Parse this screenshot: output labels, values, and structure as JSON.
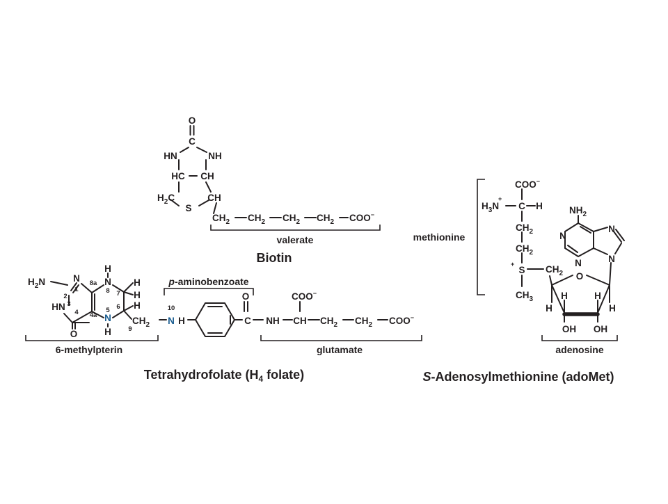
{
  "biotin": {
    "name": "Biotin",
    "segment_label": "valerate",
    "atoms": {
      "o_top": "O",
      "c_urea": "C",
      "nh_left": "HN",
      "nh_right": "NH",
      "hc_left": "HC",
      "ch_right": "CH",
      "h2c": "H2C",
      "ch_lower": "CH",
      "s": "S"
    },
    "chain": {
      "ch2_1": "CH2",
      "ch2_2": "CH2",
      "ch2_3": "CH2",
      "ch2_4": "CH2",
      "coo": "COO−"
    }
  },
  "folate": {
    "name": "Tetrahydrofolate (H4 folate)",
    "name_main": "Tetrahydrofolate (H",
    "name_sub": "4",
    "name_tail": " folate)",
    "segments": {
      "pterin": "6-methylpterin",
      "pab_italic": "p",
      "pab": "-aminobenzoate",
      "glutamate": "glutamate"
    },
    "atoms": {
      "h2n": "H2N",
      "n1": "N",
      "hn3": "HN",
      "o4": "O",
      "n8": "N",
      "h_n8": "H",
      "h7a": "H",
      "h7b": "H",
      "h6": "H",
      "n5": "N",
      "h_n5": "H",
      "ch2_9": "CH2",
      "n10": "N",
      "h_n10": "H",
      "c_carbonyl": "C",
      "o_carbonyl": "O",
      "nh_amide": "NH",
      "ch_alpha": "CH",
      "coo_alpha": "COO−",
      "ch2_a": "CH2",
      "ch2_b": "CH2",
      "coo_end": "COO−"
    },
    "numbers": {
      "n1": "1",
      "n2": "2",
      "n3": "3",
      "n4": "4",
      "n4a": "4a",
      "n5": "5",
      "n6": "6",
      "n7": "7",
      "n8": "8",
      "n8a": "8a",
      "n9": "9",
      "n10": "10"
    },
    "highlight_color": "#1b5e91"
  },
  "adomet": {
    "name_italic": "S",
    "name": "-Adenosylmethionine (adoMet)",
    "segments": {
      "methionine": "methionine",
      "adenosine": "adenosine"
    },
    "atoms": {
      "coo": "COO−",
      "h3n": "H3N",
      "plus_n": "+",
      "c_alpha": "C",
      "h_alpha": "H",
      "ch2_1": "CH2",
      "ch2_2": "CH2",
      "s": "S",
      "plus_s": "+",
      "ch3": "CH3",
      "ch2_5": "CH2",
      "nh2": "NH2",
      "n7": "N",
      "n1": "N",
      "n3": "N",
      "n9": "N",
      "o_ring": "O",
      "h_1": "H",
      "h_2": "H",
      "h_3": "H",
      "h_4": "H",
      "oh_2": "OH",
      "oh_3": "OH"
    }
  },
  "colors": {
    "ink": "#231f20",
    "background": "#ffffff",
    "nitrogen_highlight": "#1b5e91"
  }
}
